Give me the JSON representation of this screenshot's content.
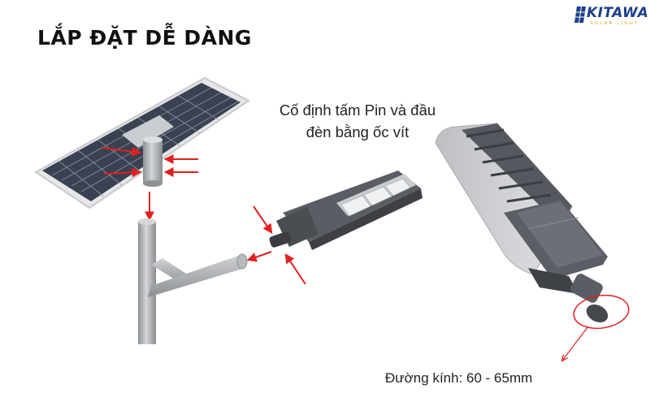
{
  "heading": "LẮP ĐẶT DỄ DÀNG",
  "brand": {
    "name": "KITAWA",
    "tagline": "SOLAR LIGHT"
  },
  "caption": {
    "line1": "Cố định tấm Pin và đầu",
    "line2": "đèn bằng ốc vít"
  },
  "diameter_label": "Đường kính: 60 - 65mm",
  "colors": {
    "arrow": "#e02020",
    "pole": "#a9acae",
    "panel": "#3a4150",
    "lamp_body": "#5a5d63",
    "brand_blue": "#1e3f8a",
    "brand_gold": "#d4a017"
  }
}
